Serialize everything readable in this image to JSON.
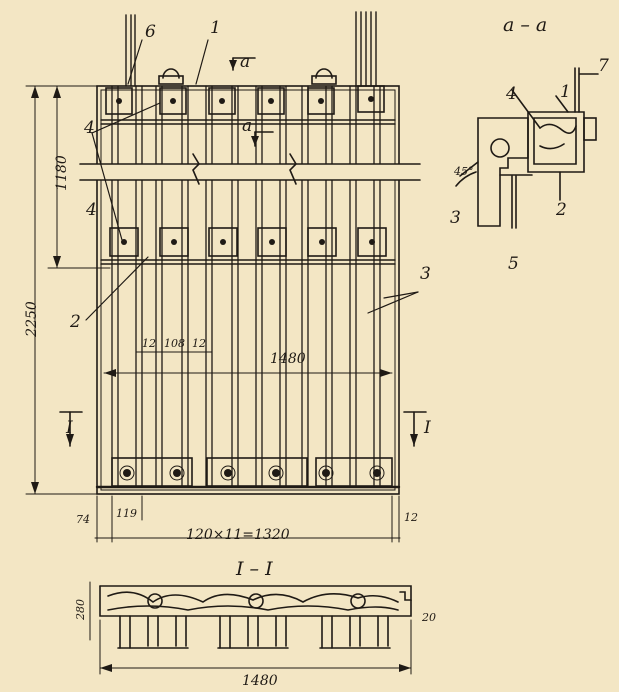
{
  "section_aa": {
    "title": "a – a"
  },
  "section_II": {
    "title": "I – I"
  },
  "callouts": {
    "c6": "6",
    "c1_top": "1",
    "c4_top": "4",
    "c4_mid": "4",
    "c2_left": "2",
    "c3_right": "3",
    "aa_7": "7",
    "aa_1": "1",
    "aa_4": "4",
    "aa_3": "3",
    "aa_5": "5",
    "aa_2": "2"
  },
  "section_marks": {
    "a_top": "a",
    "a_mid": "a",
    "I_left": "I",
    "I_right": "I"
  },
  "dimensions": {
    "height_1180": "1180",
    "height_2250": "2250",
    "gap_12a": "12",
    "gap_108": "108",
    "gap_12b": "12",
    "width_1480_main": "1480",
    "left_74": "74",
    "left_119": "119",
    "pitch": "120×11=1320",
    "right_12": "12",
    "depth_280": "280",
    "tooth_20": "20",
    "width_1480_bottom": "1480",
    "angle_45": "45°"
  },
  "colors": {
    "paper": "#f3e6c4",
    "ink": "#1f1a15"
  }
}
